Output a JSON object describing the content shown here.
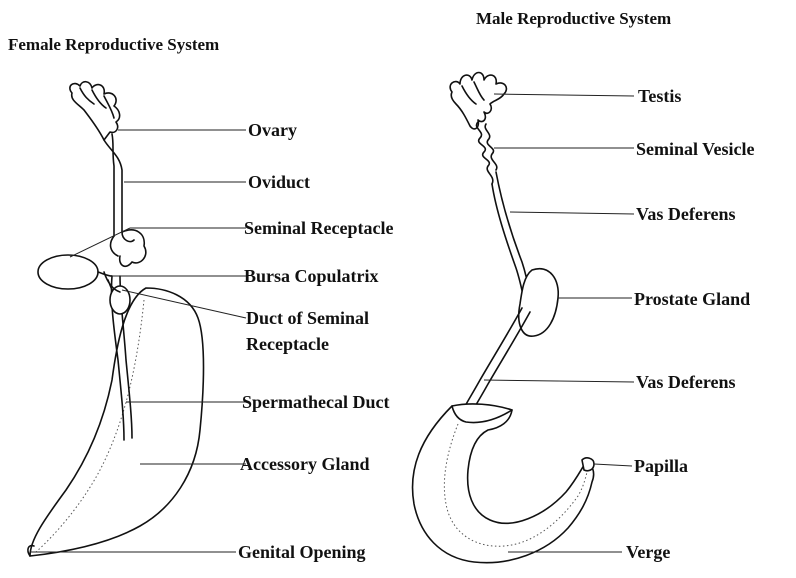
{
  "female": {
    "title": "Female Reproductive System",
    "labels": {
      "ovary": "Ovary",
      "oviduct": "Oviduct",
      "seminal_receptacle": "Seminal Receptacle",
      "bursa_copulatrix": "Bursa Copulatrix",
      "duct_of_seminal_receptacle_line1": "Duct of Seminal",
      "duct_of_seminal_receptacle_line2": "Receptacle",
      "spermathecal_duct": "Spermathecal Duct",
      "accessory_gland": "Accessory Gland",
      "genital_opening": "Genital Opening"
    }
  },
  "male": {
    "title": "Male Reproductive System",
    "labels": {
      "testis": "Testis",
      "seminal_vesicle": "Seminal Vesicle",
      "vas_deferens_upper": "Vas Deferens",
      "prostate_gland": "Prostate Gland",
      "vas_deferens_lower": "Vas Deferens",
      "papilla": "Papilla",
      "verge": "Verge"
    }
  }
}
